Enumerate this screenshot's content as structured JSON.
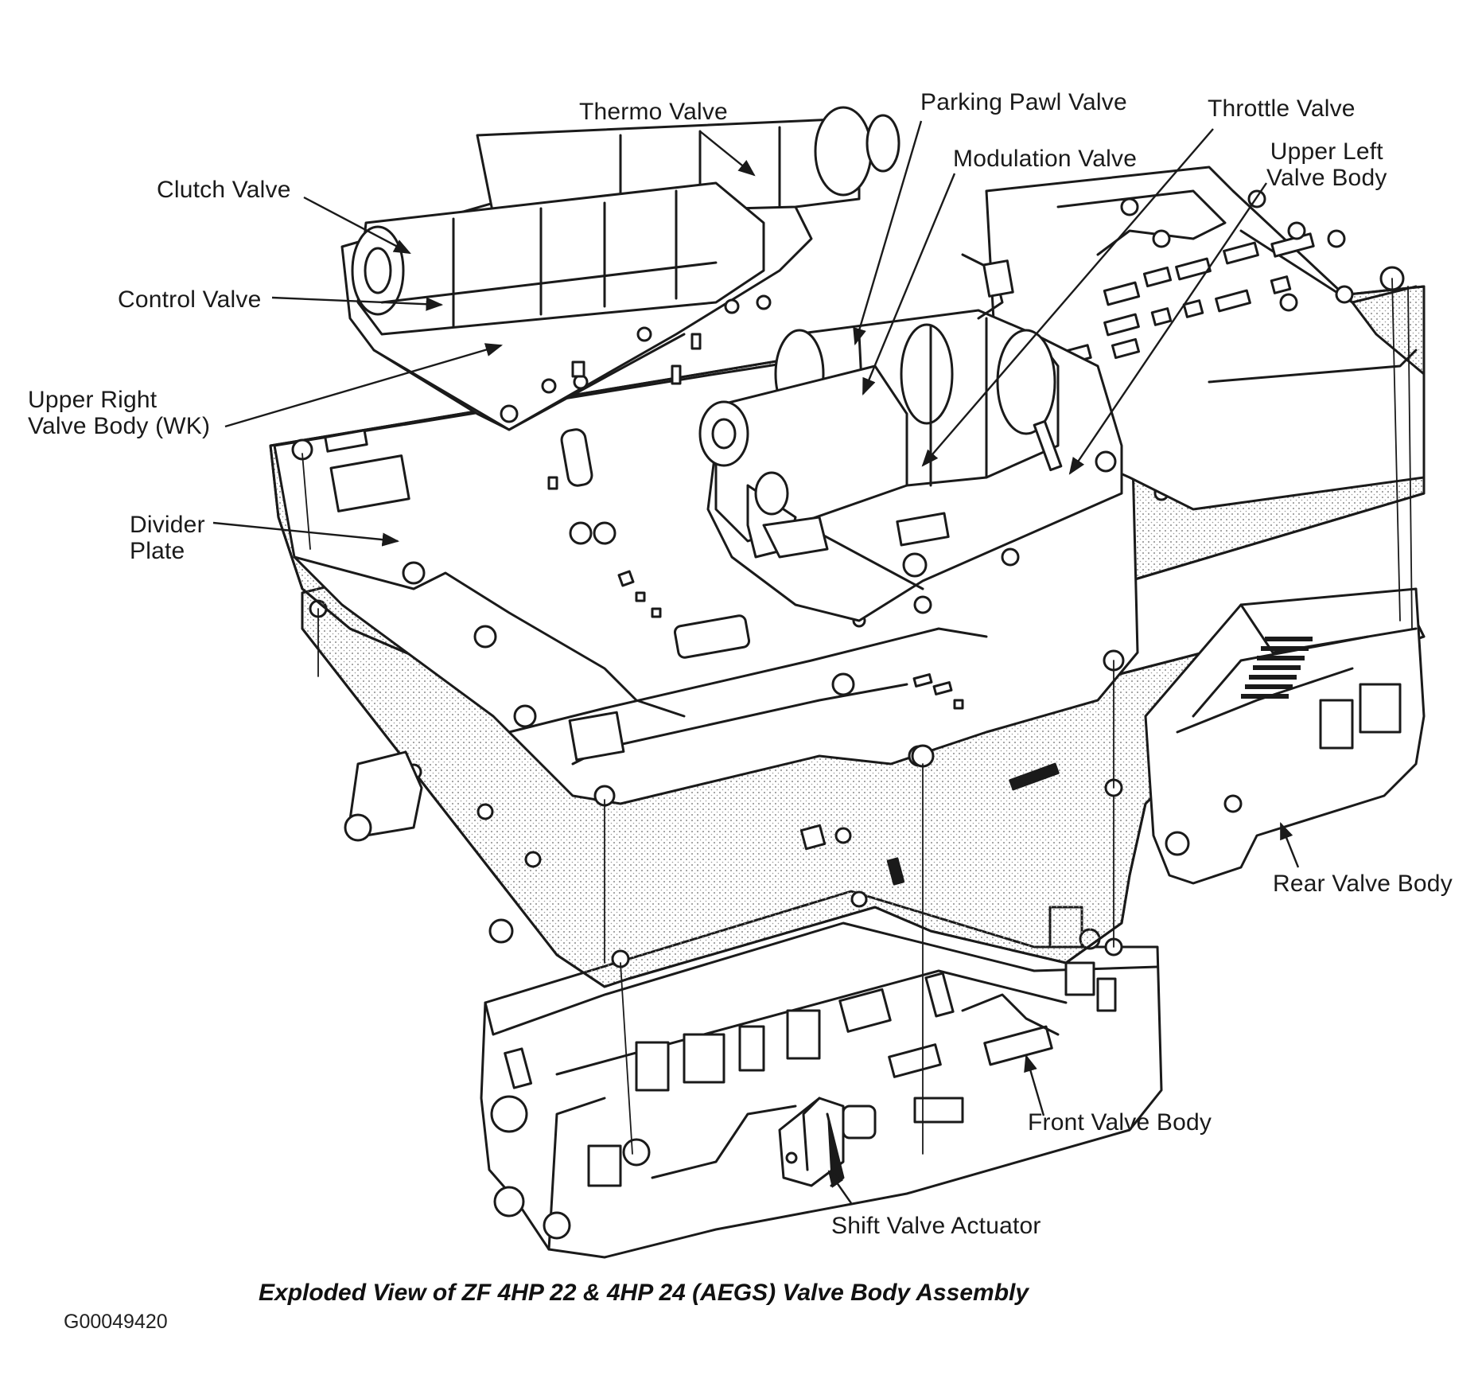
{
  "labels": {
    "thermo_valve": "Thermo Valve",
    "parking_pawl_valve": "Parking Pawl Valve",
    "throttle_valve": "Throttle Valve",
    "modulation_valve": "Modulation Valve",
    "upper_left_valve_body": "Upper Left\nValve Body",
    "clutch_valve": "Clutch Valve",
    "control_valve": "Control Valve",
    "upper_right_valve_body": "Upper Right\nValve Body (WK)",
    "divider_plate": "Divider\nPlate",
    "rear_valve_body": "Rear Valve Body",
    "front_valve_body": "Front Valve Body",
    "shift_valve_actuator": "Shift Valve Actuator"
  },
  "caption": "Exploded View of ZF 4HP 22 & 4HP 24 (AEGS) Valve Body Assembly",
  "figure_id": "G00049420",
  "colors": {
    "ink": "#1a1a1a",
    "stipple": "#9a9a9a",
    "paper": "#ffffff"
  }
}
